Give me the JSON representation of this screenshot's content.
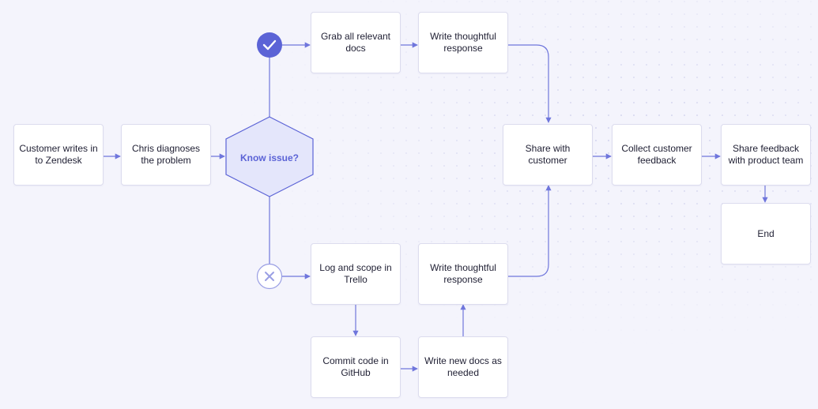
{
  "nodes": {
    "customer_writes": "Customer writes in to Zendesk",
    "chris_diagnoses": "Chris diagnoses the problem",
    "decision": "Know issue?",
    "grab_docs": "Grab all relevant docs",
    "write_response_top": "Write thoughtful response",
    "share_customer": "Share with customer",
    "collect_feedback": "Collect customer feedback",
    "share_feedback": "Share feedback with product team",
    "end": "End",
    "log_scope": "Log and scope in Trello",
    "write_response_bottom": "Write thoughtful response",
    "commit_code": "Commit code in GitHub",
    "write_new_docs": "Write new docs as needed"
  },
  "icons": {
    "yes": "check-icon",
    "no": "x-icon"
  },
  "colors": {
    "background": "#f4f4fc",
    "accent": "#5b63d6",
    "decision_fill": "#e4e6fb",
    "connector": "#6f76dc",
    "no_icon": "#9a9fe4"
  }
}
